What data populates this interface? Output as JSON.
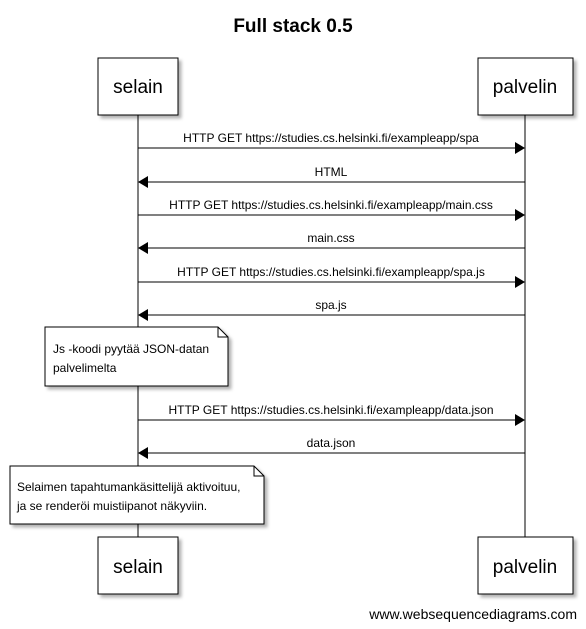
{
  "title": "Full stack 0.5",
  "participants": [
    {
      "id": "selain",
      "label": "selain"
    },
    {
      "id": "palvelin",
      "label": "palvelin"
    }
  ],
  "messages": [
    {
      "from": "selain",
      "to": "palvelin",
      "label": "HTTP GET https://studies.cs.helsinki.fi/exampleapp/spa"
    },
    {
      "from": "palvelin",
      "to": "selain",
      "label": "HTML"
    },
    {
      "from": "selain",
      "to": "palvelin",
      "label": "HTTP GET https://studies.cs.helsinki.fi/exampleapp/main.css"
    },
    {
      "from": "palvelin",
      "to": "selain",
      "label": "main.css"
    },
    {
      "from": "selain",
      "to": "palvelin",
      "label": "HTTP GET https://studies.cs.helsinki.fi/exampleapp/spa.js"
    },
    {
      "from": "palvelin",
      "to": "selain",
      "label": "spa.js"
    },
    {
      "from": "selain",
      "to": "palvelin",
      "label": "HTTP GET https://studies.cs.helsinki.fi/exampleapp/data.json"
    },
    {
      "from": "palvelin",
      "to": "selain",
      "label": "data.json"
    }
  ],
  "notes": [
    {
      "over": "selain",
      "lines": [
        "Js -koodi pyytää JSON-datan",
        "palvelimelta"
      ]
    },
    {
      "over": "selain",
      "lines": [
        "Selaimen tapahtumankäsittelijä aktivoituu,",
        "ja se renderöi muistiipanot näkyviin."
      ]
    }
  ],
  "footer": "www.websequencediagrams.com"
}
